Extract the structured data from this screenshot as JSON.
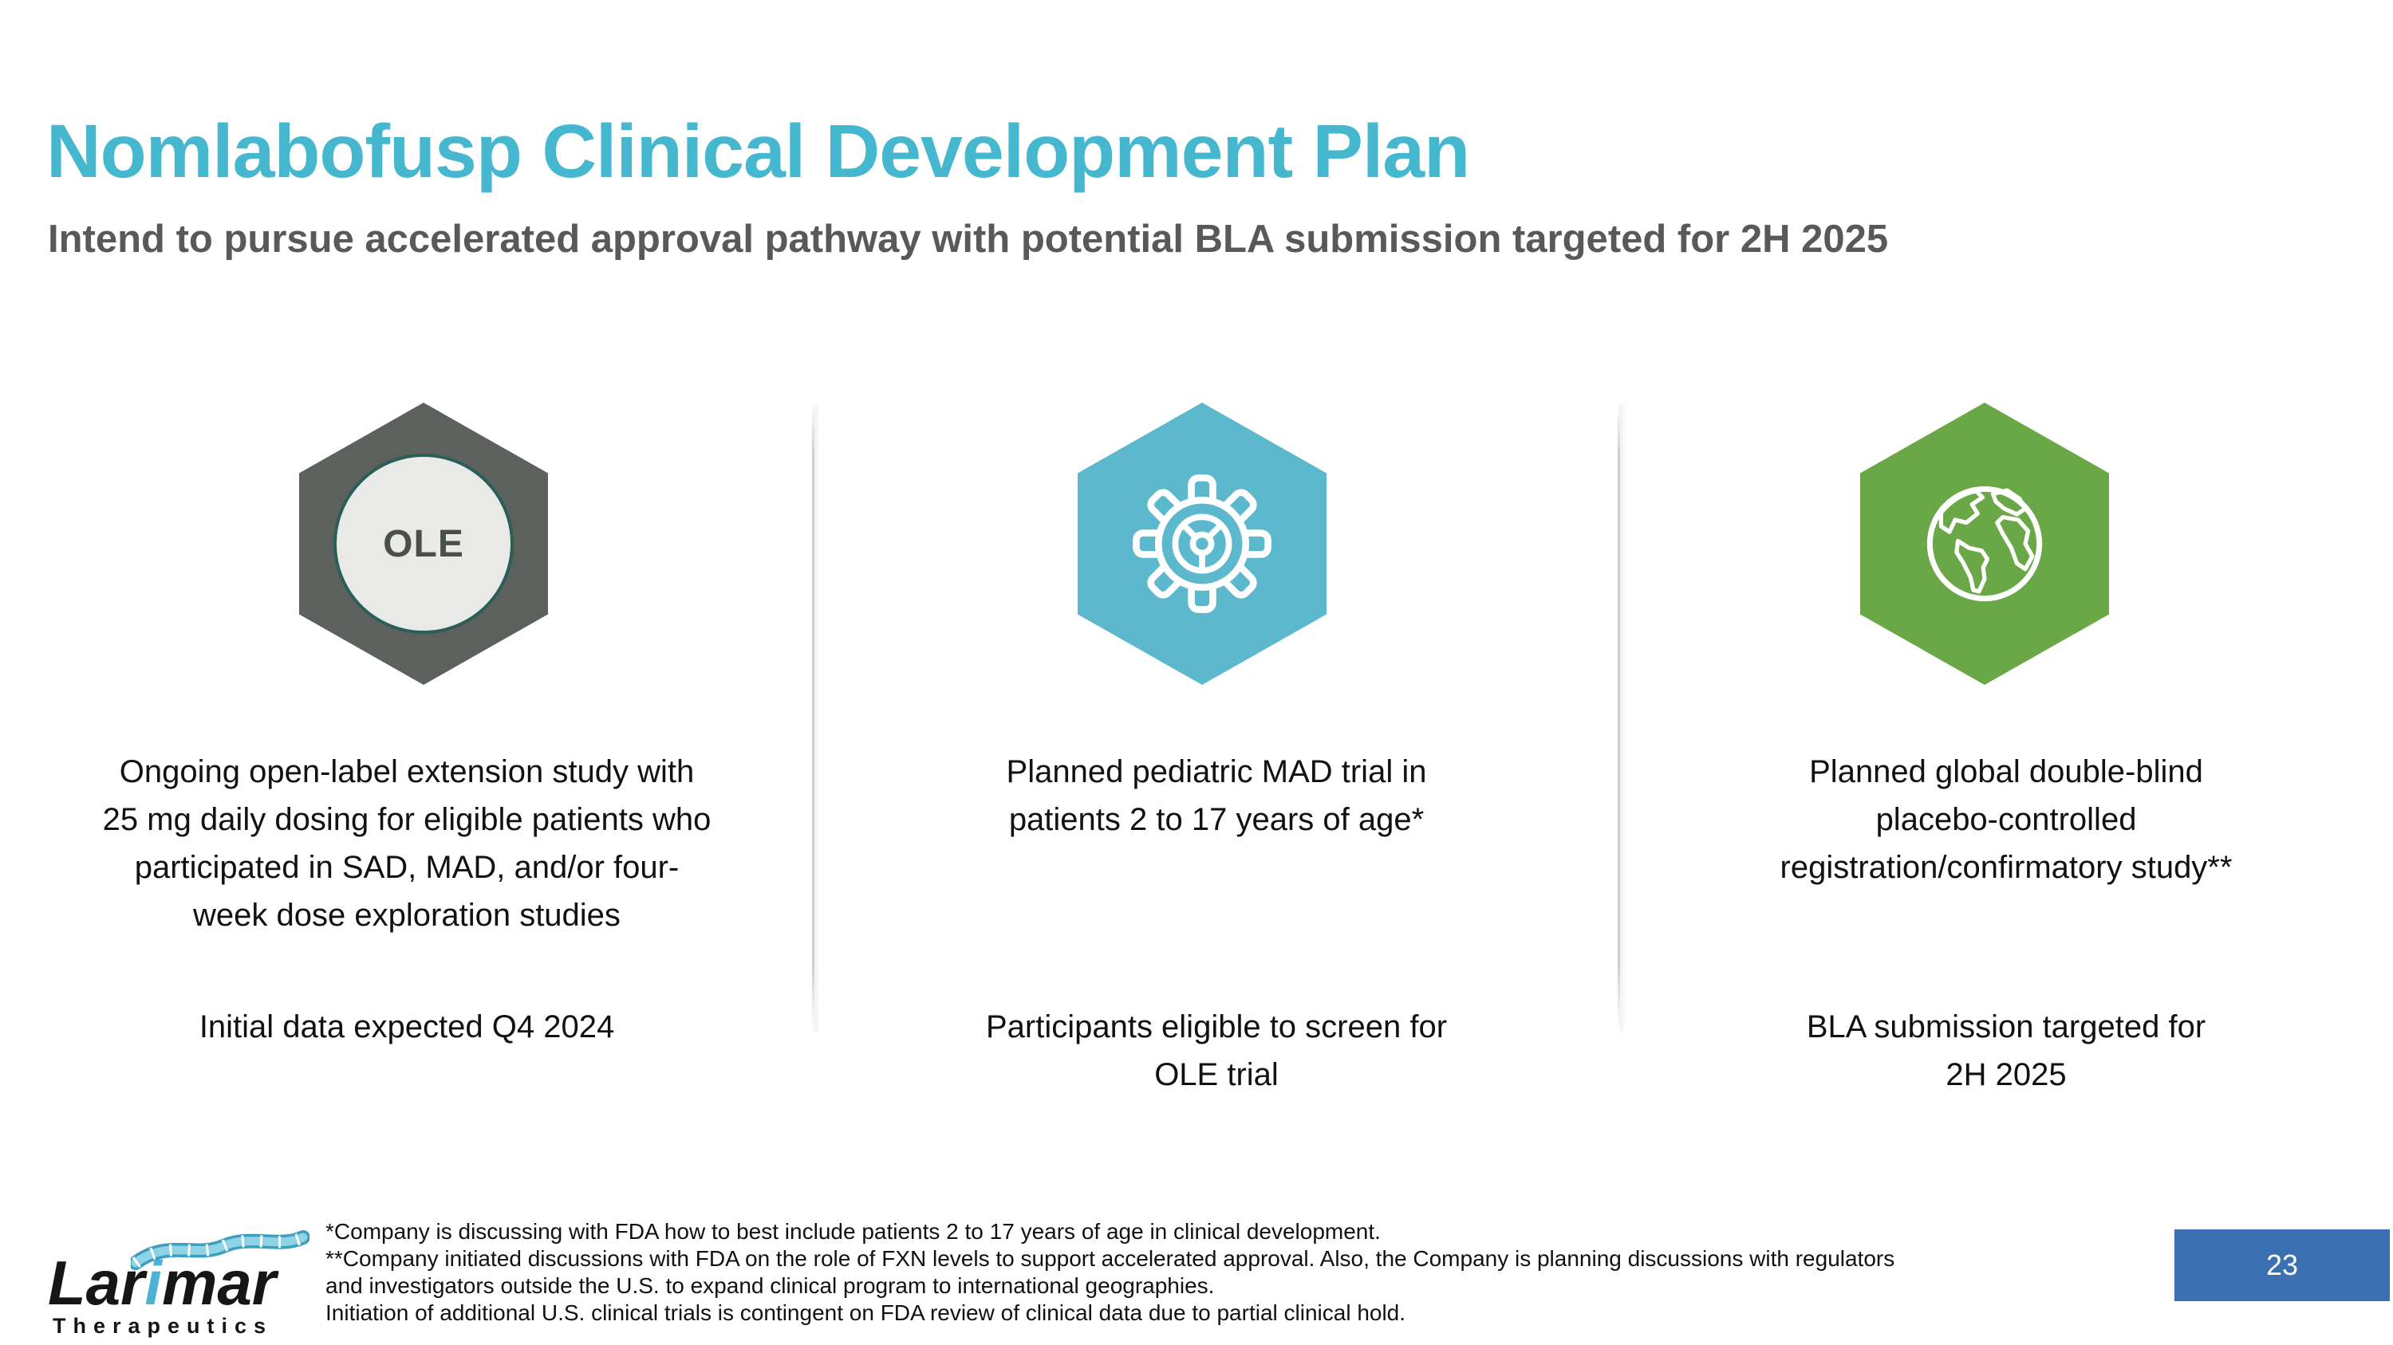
{
  "slide": {
    "title": "Nomlabofusp Clinical Development Plan",
    "subtitle": "Intend to pursue accelerated approval pathway with potential BLA submission targeted for 2H 2025",
    "page_number": "23"
  },
  "columns": [
    {
      "icon": "ole-badge-icon",
      "icon_label": "OLE",
      "hex_color": "#5d615e",
      "description_lines": [
        "Ongoing open-label extension study with",
        "25 mg daily dosing for eligible patients who",
        "participated in SAD, MAD, and/or four-",
        "week dose exploration studies"
      ],
      "caption_lines": [
        "Initial data expected Q4 2024"
      ]
    },
    {
      "icon": "gear-icon",
      "hex_color": "#5cb8cc",
      "description_lines": [
        "Planned pediatric MAD trial in",
        "patients 2 to 17 years of age*"
      ],
      "caption_lines": [
        "Participants eligible to screen for",
        "OLE trial"
      ]
    },
    {
      "icon": "globe-icon",
      "hex_color": "#6aa746",
      "description_lines": [
        "Planned global double-blind",
        "placebo-controlled",
        "registration/confirmatory study**"
      ],
      "caption_lines": [
        "BLA submission targeted for",
        "2H 2025"
      ]
    }
  ],
  "footer": {
    "logo": {
      "brand_prefix": "Lar",
      "brand_i": "i",
      "brand_suffix": "mar",
      "tagline": "Therapeutics"
    },
    "footnotes": [
      "*Company is discussing with FDA how to best include patients 2 to 17 years of age in clinical development.",
      "**Company initiated discussions with FDA on the role of FXN levels to support accelerated approval. Also, the Company is planning discussions with regulators",
      "and investigators outside the U.S. to expand clinical program to international geographies.",
      "Initiation of additional U.S. clinical trials is contingent on FDA review of clinical data due to partial clinical hold."
    ]
  },
  "colors": {
    "title": "#45b7ce",
    "subtitle": "#595959",
    "hex_gray": "#5d615e",
    "hex_teal": "#5cb8cc",
    "hex_green": "#6aa746",
    "ole_circle_fill": "#e9e9e7",
    "ole_circle_border": "#2a5e58",
    "page_badge_bg": "#3a70b2",
    "logo_accent": "#4db3d4"
  }
}
